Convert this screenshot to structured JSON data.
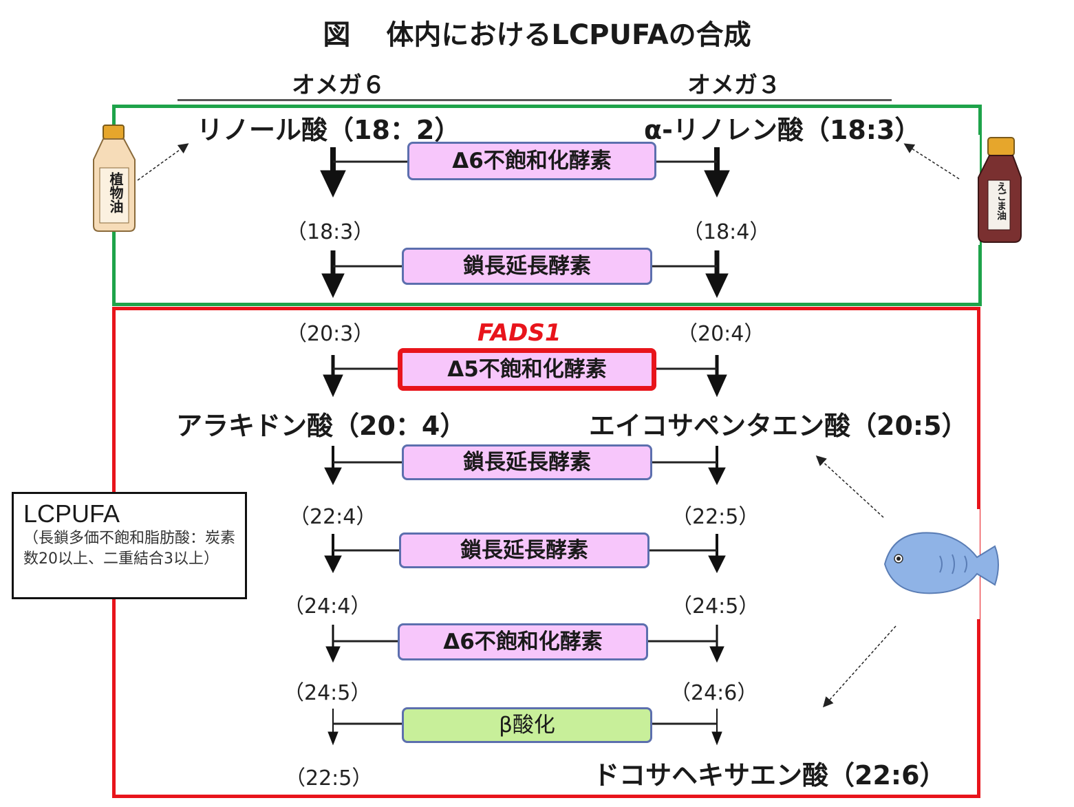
{
  "title": {
    "prefix": "図",
    "text": "体内におけるLCPUFAの合成"
  },
  "columns": {
    "left": "オメガ６",
    "right": "オメガ３"
  },
  "rows": {
    "r1": {
      "left": "リノール酸（18：2）",
      "right": "α-リノレン酸（18:3）"
    },
    "r2": {
      "left": "（18:3）",
      "right": "（18:4）"
    },
    "r3": {
      "left": "（20:3）",
      "right": "（20:4）"
    },
    "r4": {
      "left": "アラキドン酸（20：4）",
      "right": "エイコサペンタエン酸（20:5）"
    },
    "r5": {
      "left": "（22:4）",
      "right": "（22:5）"
    },
    "r6": {
      "left": "（24:4）",
      "right": "（24:5）"
    },
    "r7": {
      "left": "（24:5）",
      "right": "（24:6）"
    },
    "r8": {
      "left": "（22:5）",
      "right": "ドコサヘキサエン酸（22:6）"
    }
  },
  "enzymes": {
    "e1": "Δ6不飽和化酵素",
    "e2": "鎖長延長酵素",
    "e3": "Δ5不飽和化酵素",
    "e4": "鎖長延長酵素",
    "e5": "鎖長延長酵素",
    "e6": "Δ6不飽和化酵素",
    "e7": "β酸化"
  },
  "gene_label": "FADS1",
  "legend": {
    "title": "LCPUFA",
    "description": "（長鎖多価不飽和脂肪酸：炭素数20以上、二重結合3以上）"
  },
  "bottles": {
    "left": "植物油",
    "right": "えごま油"
  },
  "icons": [
    "vegetable-oil-bottle-icon",
    "perilla-oil-bottle-icon",
    "fish-icon"
  ],
  "colors": {
    "green_box": "#1ea34a",
    "red_box": "#e8141b",
    "enzyme_fill": "#f7c6fb",
    "beta_oxidation_fill": "#c8ef9a"
  }
}
